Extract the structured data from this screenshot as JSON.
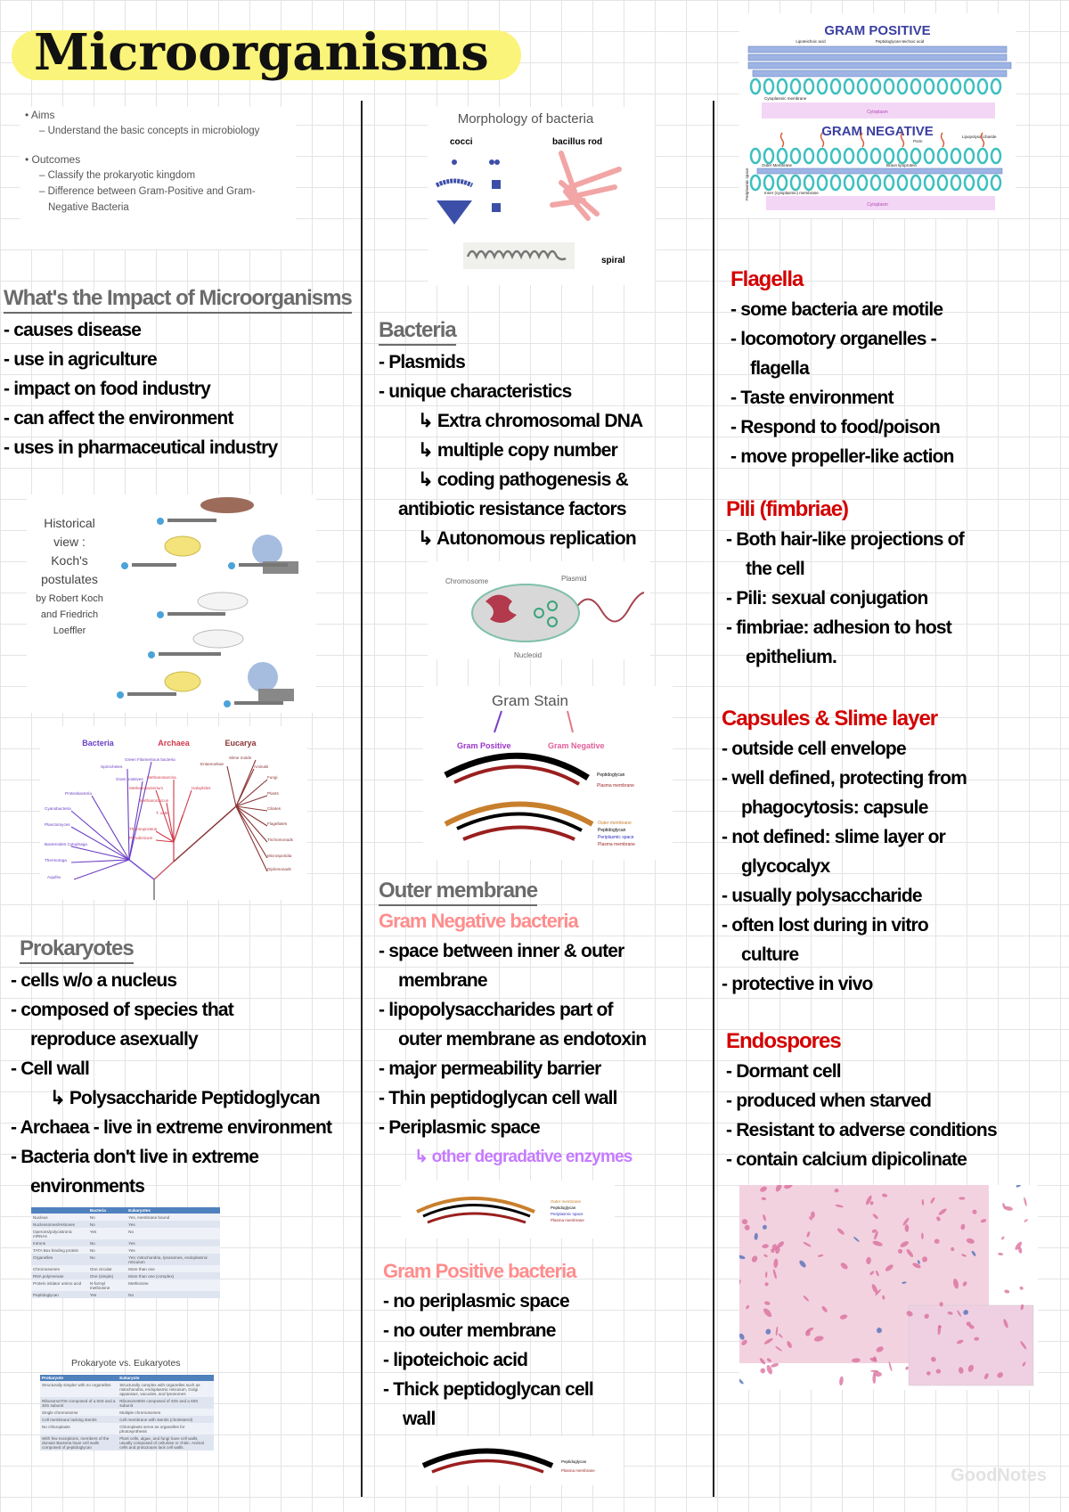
{
  "title": "Microorganisms",
  "colors": {
    "highlight": "#fbf47a",
    "heading_red": "#d40000",
    "heading_pink": "#ff8d8d",
    "accent_purple": "#c67bff",
    "heading_gray": "#6b6b6b"
  },
  "aims": {
    "aims_label": "Aims",
    "aims_items": [
      "– Understand the basic concepts in microbiology"
    ],
    "outcomes_label": "Outcomes",
    "outcomes_items": [
      "– Classify the prokaryotic kingdom",
      "– Difference between Gram-Positive and Gram-Negative Bacteria"
    ]
  },
  "sections": {
    "impact": {
      "heading": "What's the Impact of Microorganisms",
      "lines": [
        "- causes disease",
        "- use in agriculture",
        "- impact on food industry",
        "- can affect the environment",
        "- uses in pharmaceutical industry"
      ]
    },
    "bacteria": {
      "heading": "Bacteria",
      "lines": [
        "- Plasmids",
        "- unique characteristics",
        "↳ Extra chromosomal DNA",
        "↳ multiple copy number",
        "↳ coding pathogenesis &",
        "antibiotic resistance factors",
        "↳ Autonomous replication"
      ]
    },
    "prokaryotes": {
      "heading": "Prokaryotes",
      "lines": [
        "- cells w/o a nucleus",
        "- composed of species that",
        "reproduce asexually",
        "- Cell wall",
        "↳ Polysaccharide Peptidoglycan",
        "- Archaea - live in extreme environment",
        "- Bacteria don't live in extreme",
        "environments"
      ]
    },
    "outer_membrane": {
      "heading": "Outer membrane",
      "subheading": "Gram Negative bacteria",
      "lines": [
        "- space between inner & outer",
        "membrane",
        "- lipopolysaccharides part of",
        "outer membrane as endotoxin",
        "- major permeability barrier",
        "- Thin peptidoglycan cell wall",
        "- Periplasmic space"
      ],
      "note": "↳ other degradative enzymes"
    },
    "gram_positive": {
      "subheading": "Gram Positive bacteria",
      "lines": [
        "- no periplasmic space",
        "- no outer membrane",
        "- lipoteichoic acid",
        "- Thick peptidoglycan cell",
        "wall"
      ]
    },
    "flagella": {
      "heading": "Flagella",
      "lines": [
        "- some bacteria are motile",
        "- locomotory organelles -",
        "flagella",
        "- Taste environment",
        "- Respond to food/poison",
        "- move propeller-like action"
      ]
    },
    "pili": {
      "heading": "Pili (fimbriae)",
      "lines": [
        "- Both hair-like projections of",
        "the cell",
        "- Pili: sexual conjugation",
        "- fimbriae: adhesion to host",
        "epithelium."
      ]
    },
    "capsules": {
      "heading": "Capsules & Slime layer",
      "lines": [
        "- outside cell envelope",
        "- well defined, protecting from",
        "phagocytosis: capsule",
        "- not defined: slime layer or",
        "glycocalyx",
        "- usually polysaccharide",
        "- often lost during in vitro",
        "culture",
        "- protective in vivo"
      ]
    },
    "endospores": {
      "heading": "Endospores",
      "lines": [
        "- Dormant cell",
        "- produced when starved",
        "- Resistant to adverse conditions",
        "- contain calcium dipicolinate"
      ]
    }
  },
  "images": {
    "koch": {
      "title_lines": [
        "Historical",
        "view :",
        "Koch's",
        "postulates"
      ],
      "byline": [
        "by Robert Koch",
        "and Friedrich",
        "Loeffler"
      ]
    },
    "tree": {
      "domains": [
        "Bacteria",
        "Archaea",
        "Eucarya"
      ],
      "bacteria_taxa": [
        "Green Filamentous bacteria",
        "Spirochetes",
        "Gram positives",
        "Proteobacteria",
        "Cyanobacteria",
        "Planctomyces",
        "Bacteroides Cytophaga",
        "Thermotoga",
        "Aquifex"
      ],
      "archaea_taxa": [
        "Methanosarcina",
        "Methanobacterium",
        "Methanococcus",
        "T. celer",
        "Thermoproteus",
        "Pyrodicticum",
        "Halophiles"
      ],
      "eucarya_taxa": [
        "Entamoebae",
        "Slime molds",
        "Animals",
        "Fungi",
        "Plants",
        "Ciliates",
        "Flagellates",
        "Trichomonads",
        "Microsporidia",
        "Diplomonads"
      ]
    },
    "morphology": {
      "title": "Morphology of bacteria",
      "labels": [
        "cocci",
        "bacillus rod",
        "spiral"
      ]
    },
    "plasmid": {
      "labels": [
        "Chromosome",
        "Plasmid",
        "Nucleoid"
      ]
    },
    "gram_stain": {
      "title": "Gram Stain",
      "positive": "Gram Positive",
      "negative": "Gram Negative",
      "pos_layers": [
        "Peptidoglycan",
        "Plasma membrane"
      ],
      "neg_layers": [
        "Outer membrane",
        "Peptidoglycan",
        "Periplasmic space",
        "Plasma membrane"
      ]
    },
    "gram_neg_small": {
      "layers": [
        "Outer membrane",
        "Peptidoglycan",
        "Periplasmic space",
        "Plasma membrane"
      ]
    },
    "gram_pos_small": {
      "layers": [
        "Peptidoglycan",
        "Plasma membrane"
      ]
    },
    "cell_wall": {
      "positive": "GRAM POSITIVE",
      "negative": "GRAM NEGATIVE",
      "pos_labels": [
        "Lipoteichoic acid",
        "Peptidoglycan-teichoic acid",
        "Cytoplasmic membrane",
        "Cytoplasm"
      ],
      "neg_labels": [
        "Porin",
        "Lipopolysaccharide",
        "Outer Membrane",
        "Braun lipoprotein",
        "Inner (cytoplasmic) membrane",
        "Periplasmic space",
        "Cytoplasm"
      ]
    },
    "table1": {
      "headers": [
        "",
        "Bacteria",
        "Eukaryotes"
      ],
      "rows": [
        [
          "Nucleus",
          "No",
          "Yes, membrane bound"
        ],
        [
          "Nucleosomes/Histones",
          "No",
          "Yes"
        ],
        [
          "Operons/polycistronic mRNAs",
          "Yes",
          "No"
        ],
        [
          "Introns",
          "No",
          "Yes"
        ],
        [
          "TATA Box binding protein",
          "No",
          "Yes"
        ],
        [
          "Organelles",
          "No",
          "Yes: mitochondria, lysosomes, endoplasmic reticulum"
        ],
        [
          "Chromosomes",
          "One circular",
          "More than one"
        ],
        [
          "RNA polymerase",
          "One (simple)",
          "More than one (complex)"
        ],
        [
          "Protein initiator amino acid",
          "N-formyl methionine",
          "Methionine"
        ],
        [
          "Peptidoglycan",
          "Yes",
          "No"
        ]
      ]
    },
    "table2": {
      "title": "Prokaryote vs. Eukaryotes",
      "headers": [
        "Prokaryote",
        "Eukaryote"
      ],
      "rows": [
        [
          "Structurally simpler with no organelles",
          "Structurally complex with organelles such as mitochondria, endoplasmic reticulum, Golgi apparatus, vacuoles, and lysosomes"
        ],
        [
          "Ribosome70S composed of a 50S and a 30S subunit",
          "Ribosome80S composed of 40S and a 60S subunit"
        ],
        [
          "Single chromosome",
          "Multiple chromosomes"
        ],
        [
          "Cell membrane lacking sterols",
          "Cell membrane with sterols (cholesterol)"
        ],
        [
          "No chloroplasts",
          "Chloroplasts serve as organelles for photosynthesis"
        ],
        [
          "With few exceptions, members of the domain Bacteria have cell walls composed of peptidoglycan",
          "Plant cells, algae, and fungi have cell walls, usually composed of cellulose or chitin. Animal cells and protozoans lack cell walls."
        ]
      ]
    }
  },
  "watermark": "GoodNotes"
}
